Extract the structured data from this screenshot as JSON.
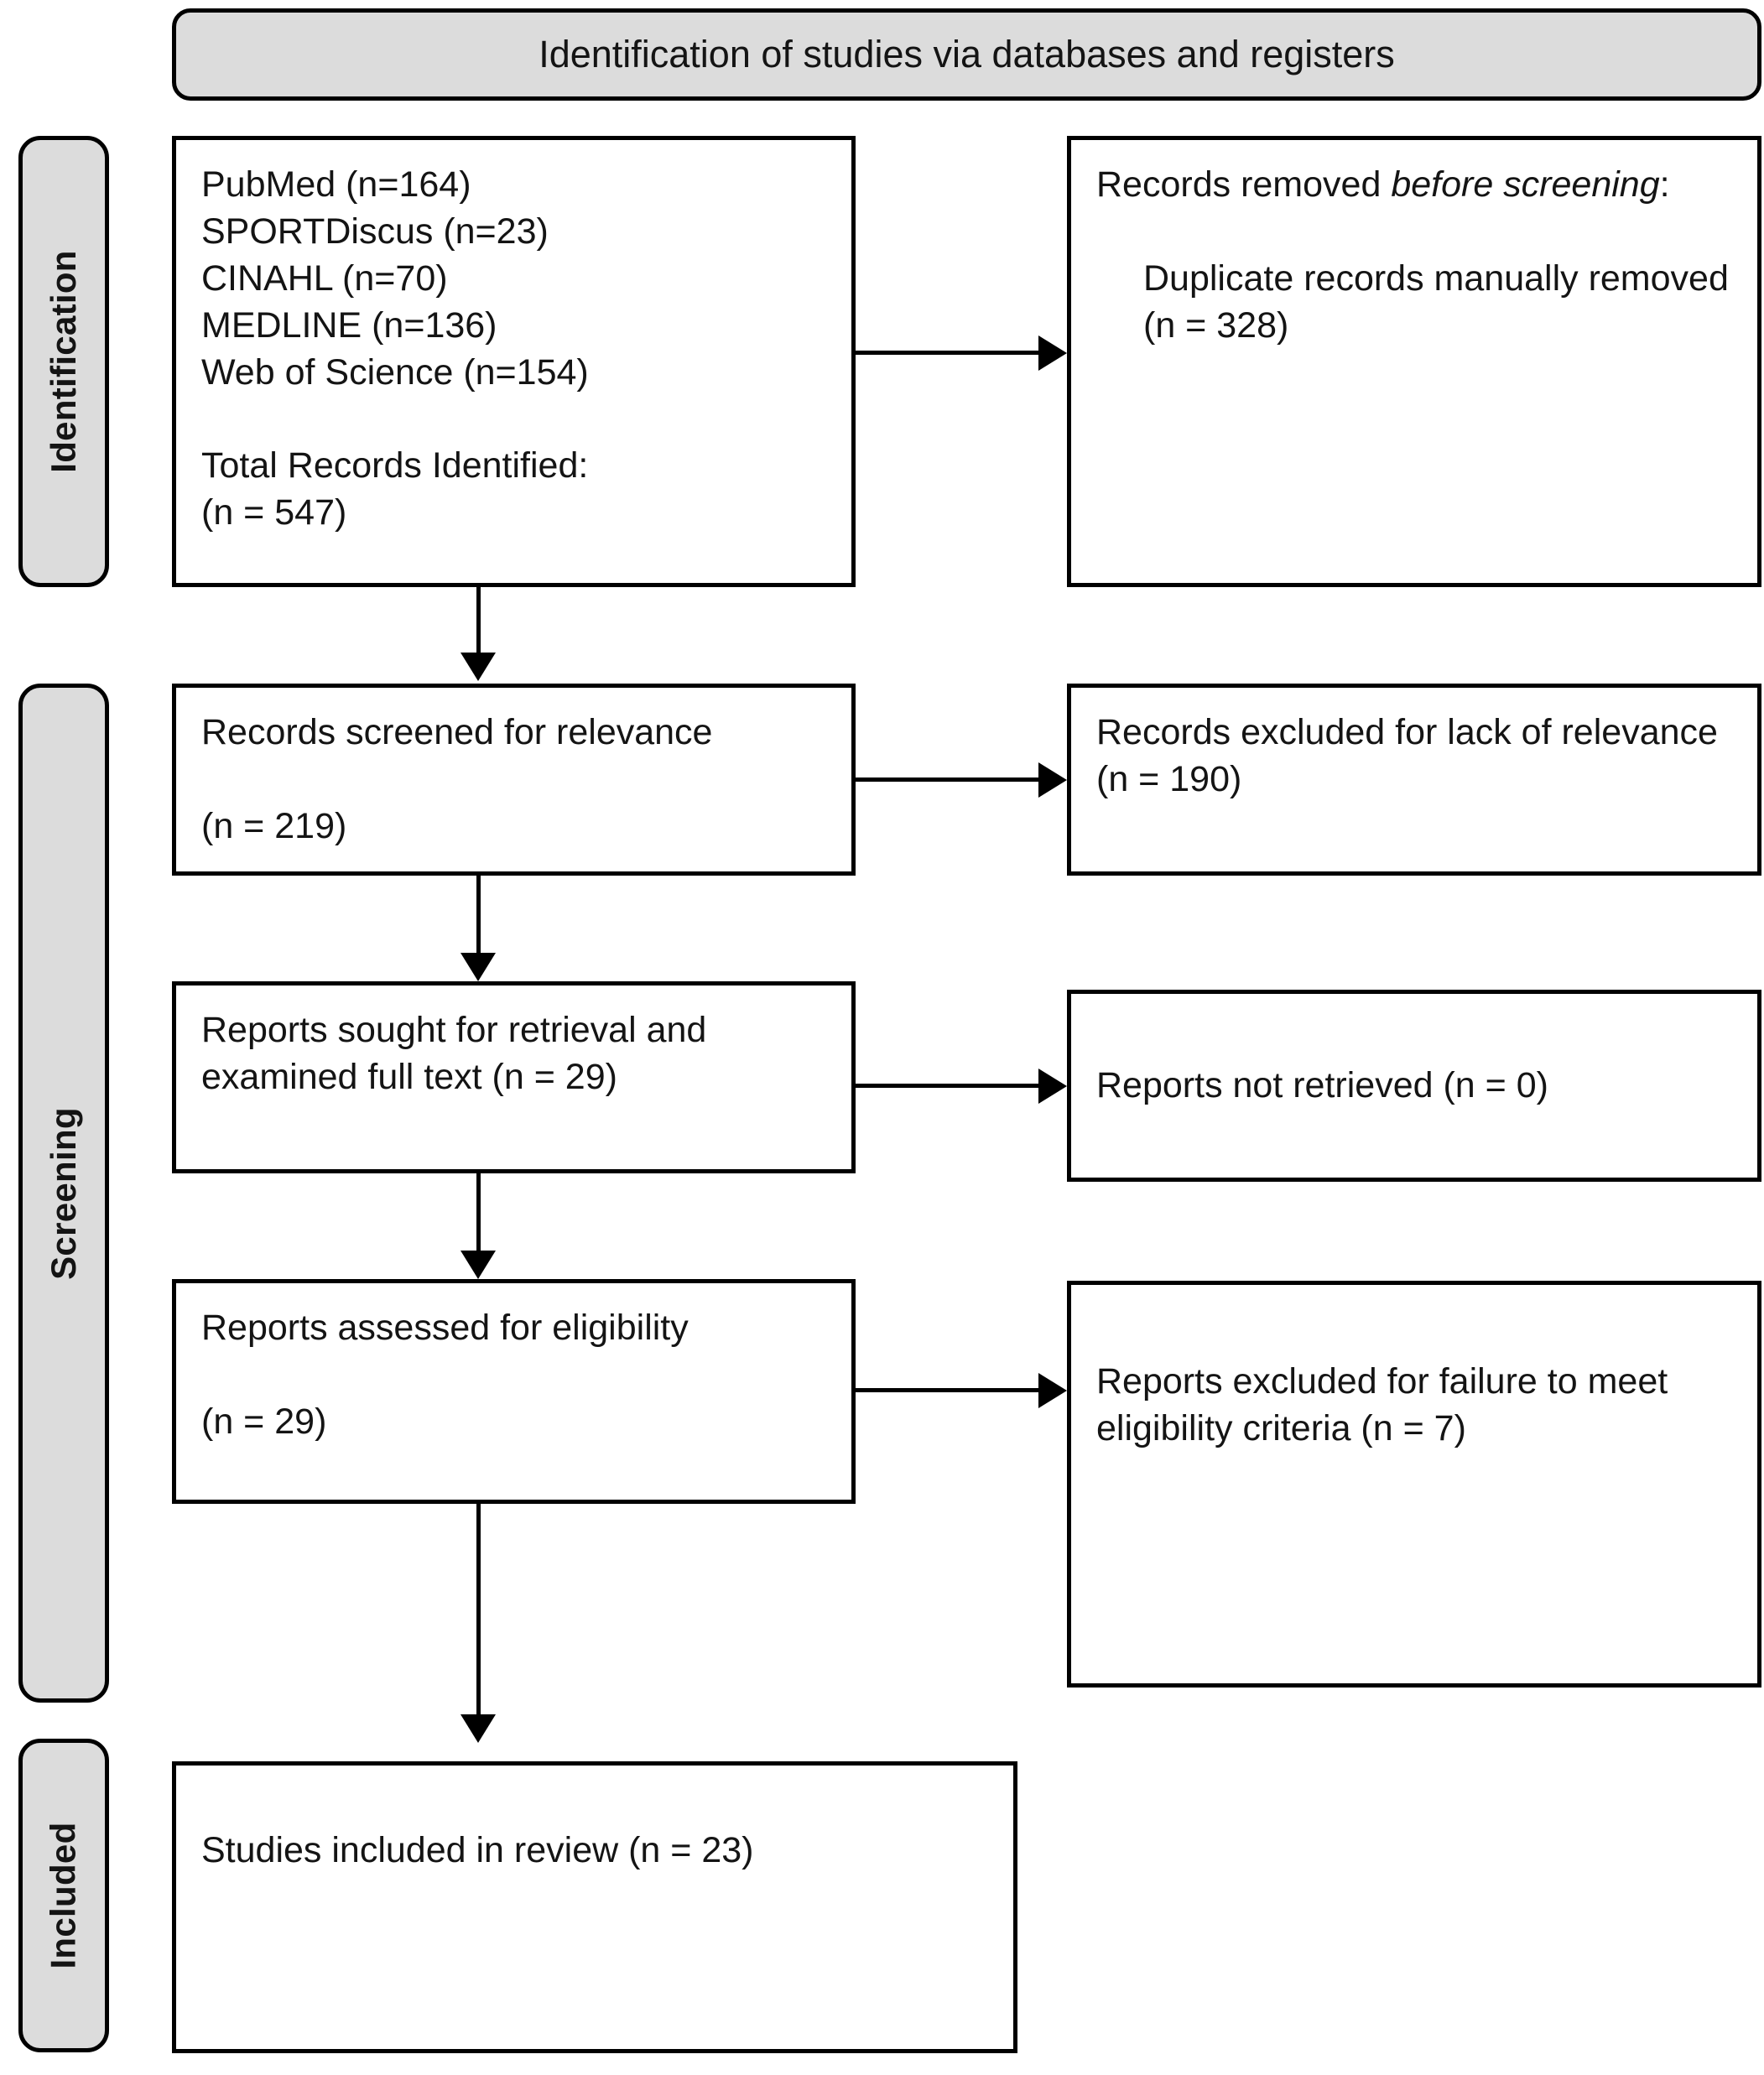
{
  "banner": {
    "title": "Identification of studies via databases and registers"
  },
  "stages": [
    {
      "id": "identification",
      "label": "Identification"
    },
    {
      "id": "screening",
      "label": "Screening"
    },
    {
      "id": "included",
      "label": "Included"
    }
  ],
  "boxes": {
    "sources": {
      "databases": [
        "PubMed (n=164)",
        "SPORTDiscus (n=23)",
        "CINAHL (n=70)",
        "MEDLINE (n=136)",
        "Web of Science (n=154)"
      ],
      "total_label": "Total Records Identified:",
      "total_value": "(n = 547)"
    },
    "removed_before_screening": {
      "heading_prefix": "Records removed ",
      "heading_italic": "before screening",
      "heading_suffix": ":",
      "detail": "Duplicate records manually removed (n = 328)"
    },
    "screened": {
      "line1": "Records screened for relevance",
      "line2": "(n = 219)"
    },
    "excluded_relevance": {
      "text": "Records excluded for lack of relevance (n = 190)"
    },
    "sought": {
      "text": "Reports sought for retrieval and examined full text (n = 29)"
    },
    "not_retrieved": {
      "text": "Reports not retrieved (n = 0)"
    },
    "assessed": {
      "line1": "Reports assessed for eligibility",
      "line2": "(n = 29)"
    },
    "excluded_eligibility": {
      "text": "Reports excluded for failure to meet eligibility criteria (n = 7)"
    },
    "included": {
      "text": "Studies included in review (n = 23)"
    }
  },
  "colors": {
    "pill_fill": "#dcdcdc",
    "border": "#000000",
    "text": "#141414",
    "box_fill": "#ffffff"
  }
}
